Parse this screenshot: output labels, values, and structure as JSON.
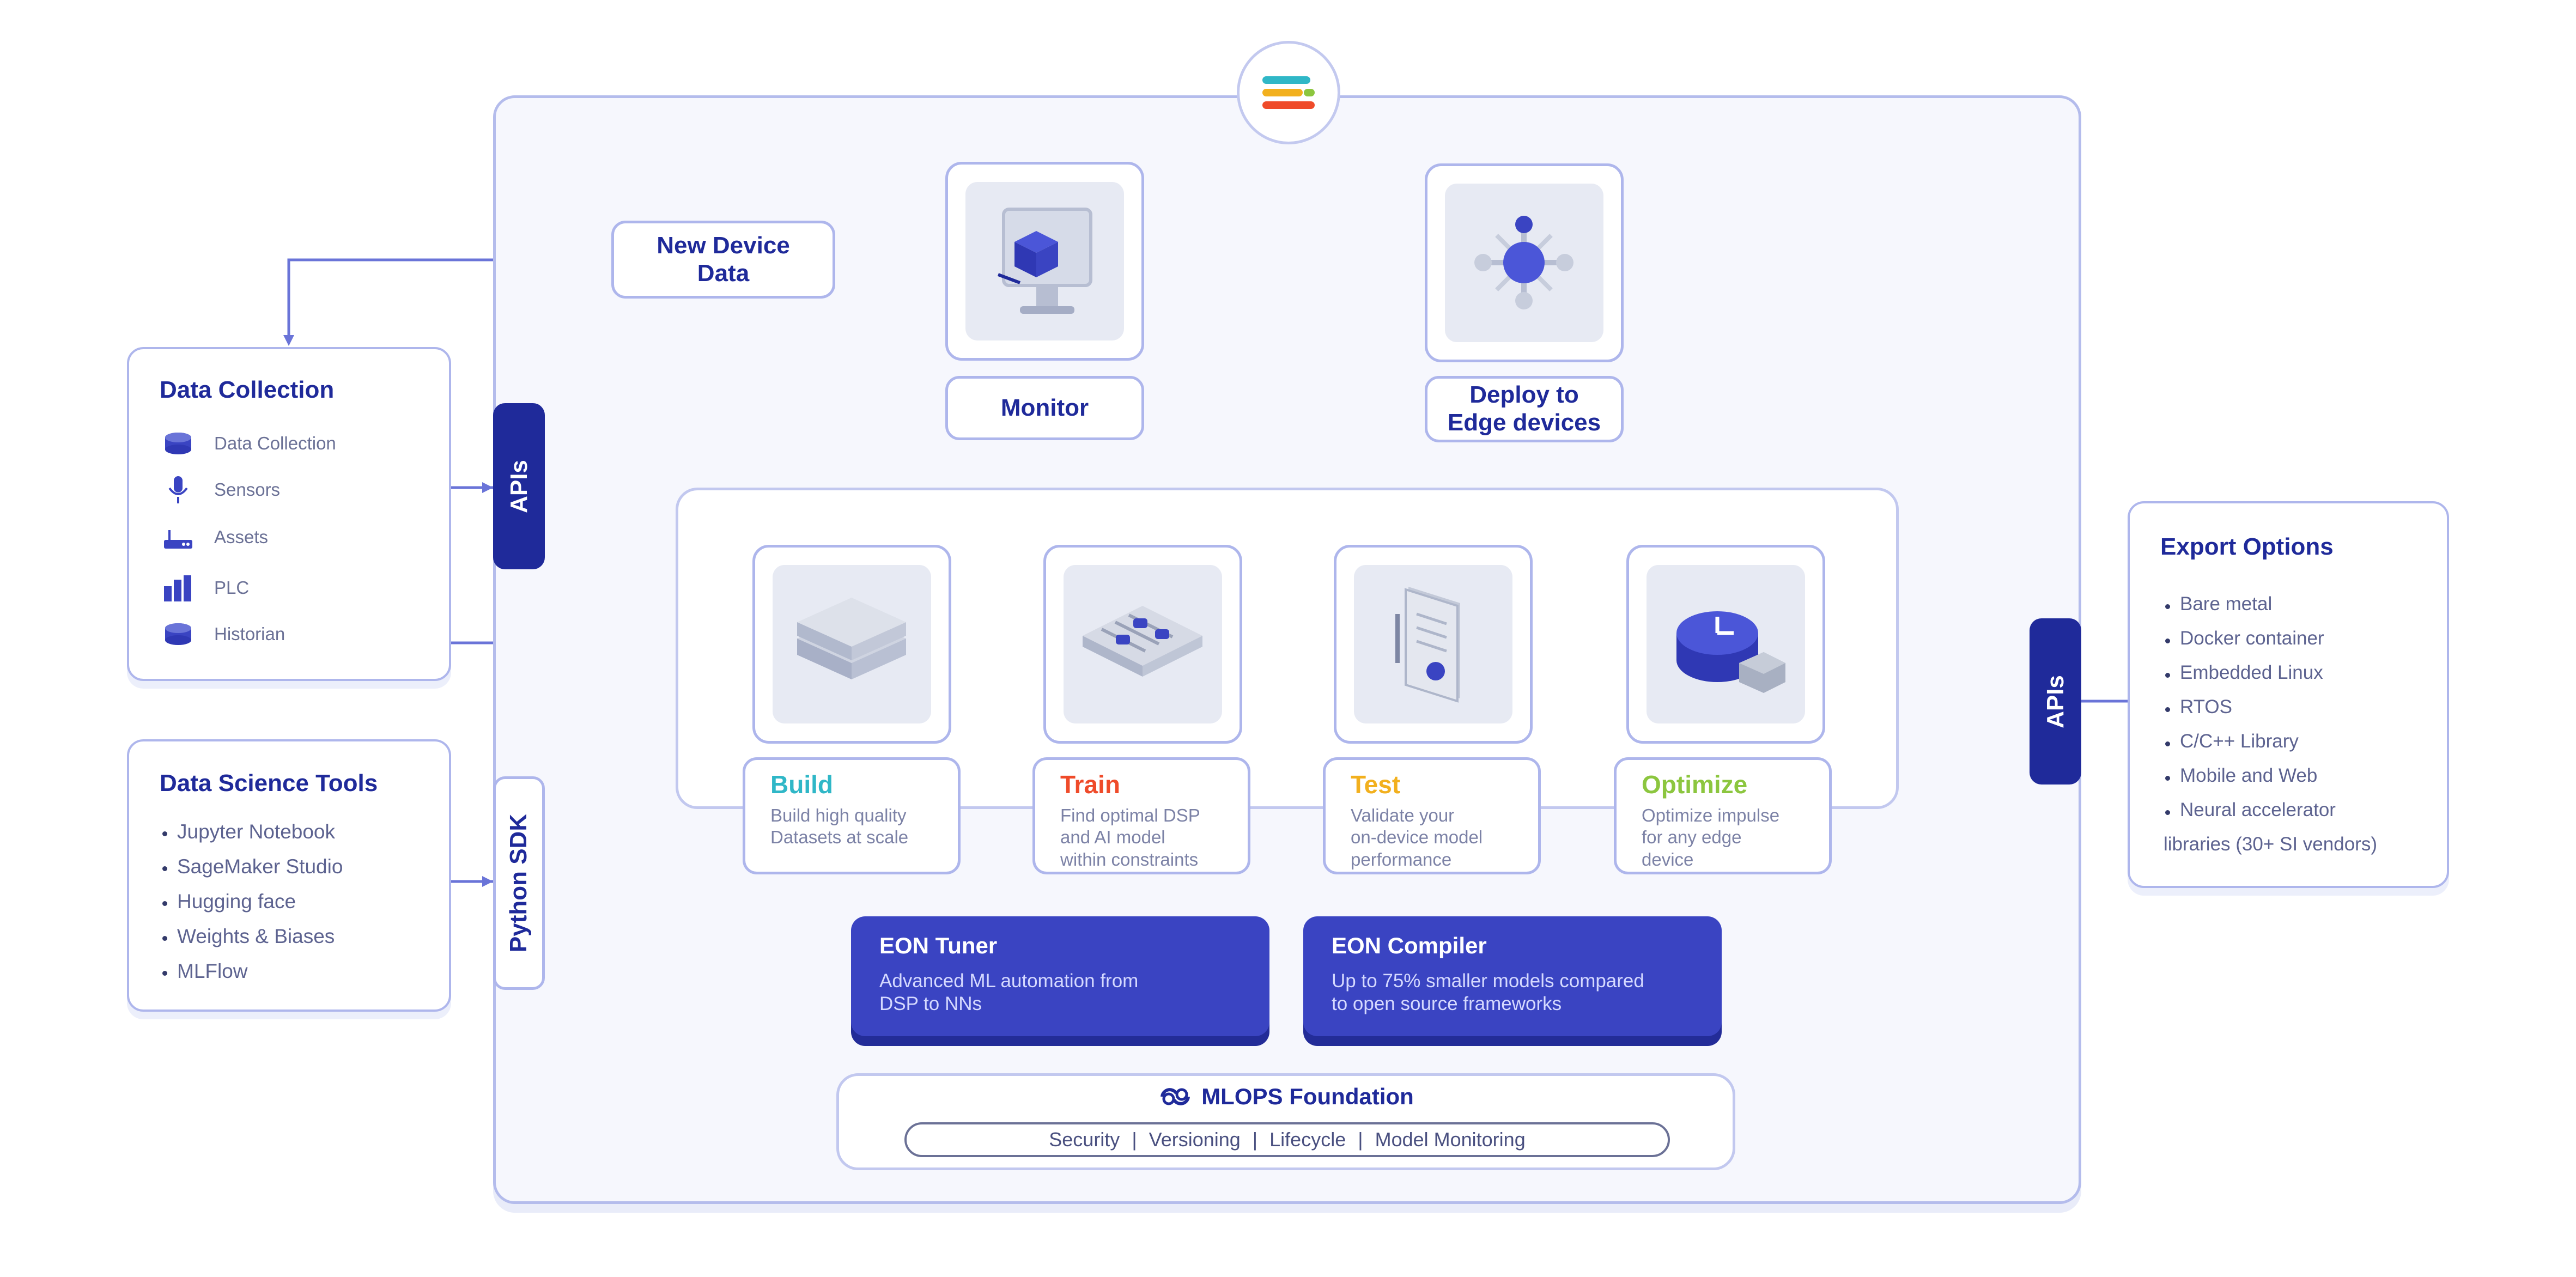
{
  "top_logo": {
    "icon": "edge-impulse-logo-icon"
  },
  "new_device_data": "New Device\nData",
  "monitor_label": "Monitor",
  "deploy_label": "Deploy to\nEdge devices",
  "data_collection": {
    "title": "Data Collection",
    "items": [
      {
        "label": "Data Collection",
        "icon": "database-icon"
      },
      {
        "label": "Sensors",
        "icon": "microphone-icon"
      },
      {
        "label": "Assets",
        "icon": "router-icon"
      },
      {
        "label": "PLC",
        "icon": "bar-chart-icon"
      },
      {
        "label": "Historian",
        "icon": "database-icon"
      }
    ]
  },
  "data_science_tools": {
    "title": "Data Science Tools",
    "items": [
      "Jupyter Notebook",
      "SageMaker Studio",
      "Hugging face",
      "Weights & Biases",
      "MLFlow"
    ]
  },
  "apis_left": "APIs",
  "python_sdk": "Python SDK",
  "apis_right": "APIs",
  "steps": [
    {
      "title": "Build",
      "color": "#2fb7c7",
      "desc": "Build high quality\nDatasets at scale",
      "icon": "layers-icon"
    },
    {
      "title": "Train",
      "color": "#ef4b2a",
      "desc": "Find optimal DSP\nand AI model\nwithin constraints",
      "icon": "sliders-icon"
    },
    {
      "title": "Test",
      "color": "#f2b01e",
      "desc": "Validate your\non-device model\nperformance",
      "icon": "document-icon"
    },
    {
      "title": "Optimize",
      "color": "#8cc63f",
      "desc": "Optimize impulse\nfor any edge\ndevice",
      "icon": "gauge-icon"
    }
  ],
  "eon_tuner": {
    "title": "EON Tuner",
    "desc": "Advanced ML automation from\nDSP to NNs"
  },
  "eon_compiler": {
    "title": "EON Compiler",
    "desc": "Up to 75% smaller models compared\nto open source frameworks"
  },
  "mlops": {
    "title": "MLOPS Foundation",
    "icon": "link-cycle-icon",
    "items": [
      "Security",
      "Versioning",
      "Lifecycle",
      "Model Monitoring"
    ]
  },
  "export_options": {
    "title": "Export Options",
    "items": [
      "Bare metal",
      "Docker container",
      "Embedded Linux",
      "RTOS",
      "C/C++ Library",
      "Mobile and Web",
      "Neural accelerator"
    ],
    "trailing": "libraries (30+ SI vendors)"
  },
  "colors": {
    "navy": "#1f2a9a",
    "accent": "#3a44c2",
    "border": "#aeb6ec"
  }
}
